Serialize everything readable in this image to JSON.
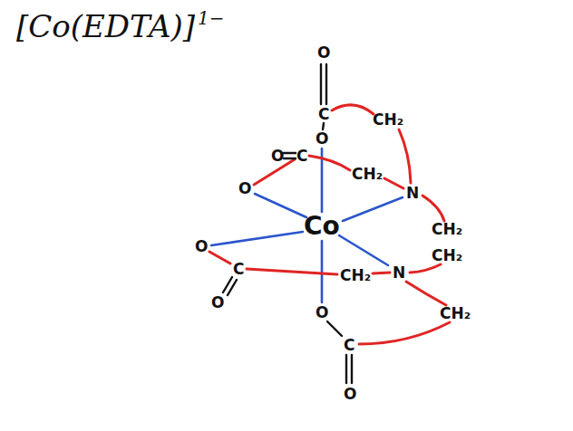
{
  "diagram": {
    "title": "[Co(EDTA)]",
    "labels": [
      "1−",
      "O",
      "C",
      "O",
      "CH₂",
      "O",
      "C",
      "CH₂",
      "O",
      "N",
      "Co",
      "CH₂",
      "CH₂",
      "O",
      "N",
      "C",
      "CH₂",
      "O",
      "O",
      "CH₂",
      "C",
      "O"
    ]
  }
}
